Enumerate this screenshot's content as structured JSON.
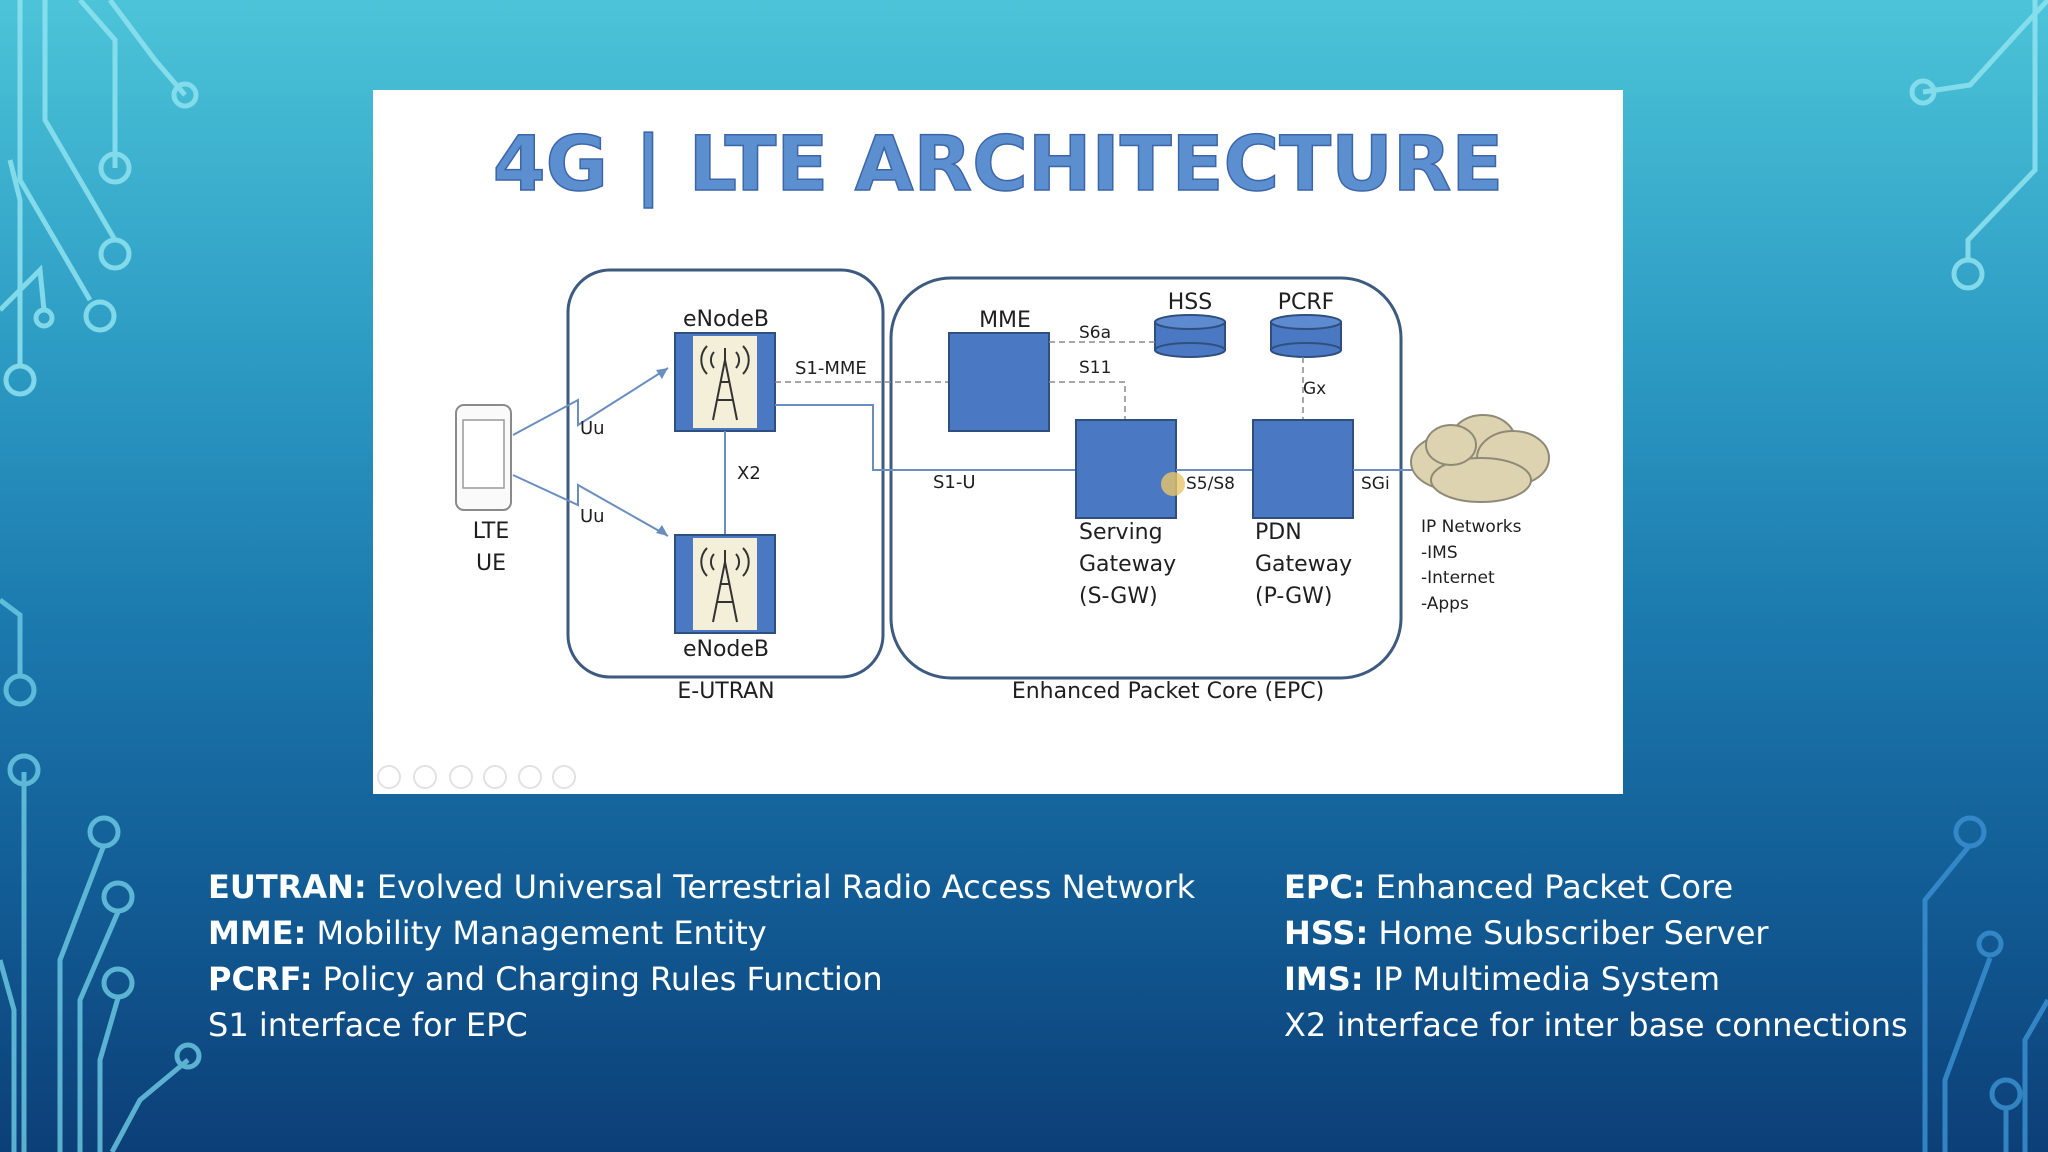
{
  "diagram": {
    "title": "4G | LTE ARCHITECTURE",
    "eutran_label": "E-UTRAN",
    "epc_label": "Enhanced Packet Core (EPC)",
    "ue_label_line1": "LTE",
    "ue_label_line2": "UE",
    "enodeb_top_label": "eNodeB",
    "enodeb_bottom_label": "eNodeB",
    "uu_top": "Uu",
    "uu_bottom": "Uu",
    "x2": "X2",
    "s1_mme": "S1-MME",
    "s1_u": "S1-U",
    "mme": "MME",
    "hss": "HSS",
    "pcrf": "PCRF",
    "s6a": "S6a",
    "s11": "S11",
    "gx": "Gx",
    "s5s8": "S5/S8",
    "sgi": "SGi",
    "sgw_line1": "Serving",
    "sgw_line2": "Gateway",
    "sgw_line3": "(S-GW)",
    "pgw_line1": "PDN",
    "pgw_line2": "Gateway",
    "pgw_line3": "(P-GW)",
    "ipnet_line1": "IP Networks",
    "ipnet_line2": "-IMS",
    "ipnet_line3": "-Internet",
    "ipnet_line4": "-Apps",
    "colors": {
      "node_fill": "#4a78c2",
      "node_stroke": "#2f4f7f",
      "title": "#5b8fd0",
      "container_stroke": "#3d5a80"
    }
  },
  "glossary": {
    "left": [
      {
        "term": "EUTRAN:",
        "desc": " Evolved Universal Terrestrial Radio Access Network"
      },
      {
        "term": "MME:",
        "desc": " Mobility Management Entity"
      },
      {
        "term": "PCRF:",
        "desc": " Policy and Charging Rules Function"
      },
      {
        "term": "",
        "desc": "S1 interface for EPC"
      }
    ],
    "right": [
      {
        "term": "EPC:",
        "desc": " Enhanced Packet Core"
      },
      {
        "term": "HSS:",
        "desc": " Home Subscriber Server"
      },
      {
        "term": "IMS:",
        "desc": " IP Multimedia System"
      },
      {
        "term": "",
        "desc": "X2 interface for inter base connections"
      }
    ]
  }
}
